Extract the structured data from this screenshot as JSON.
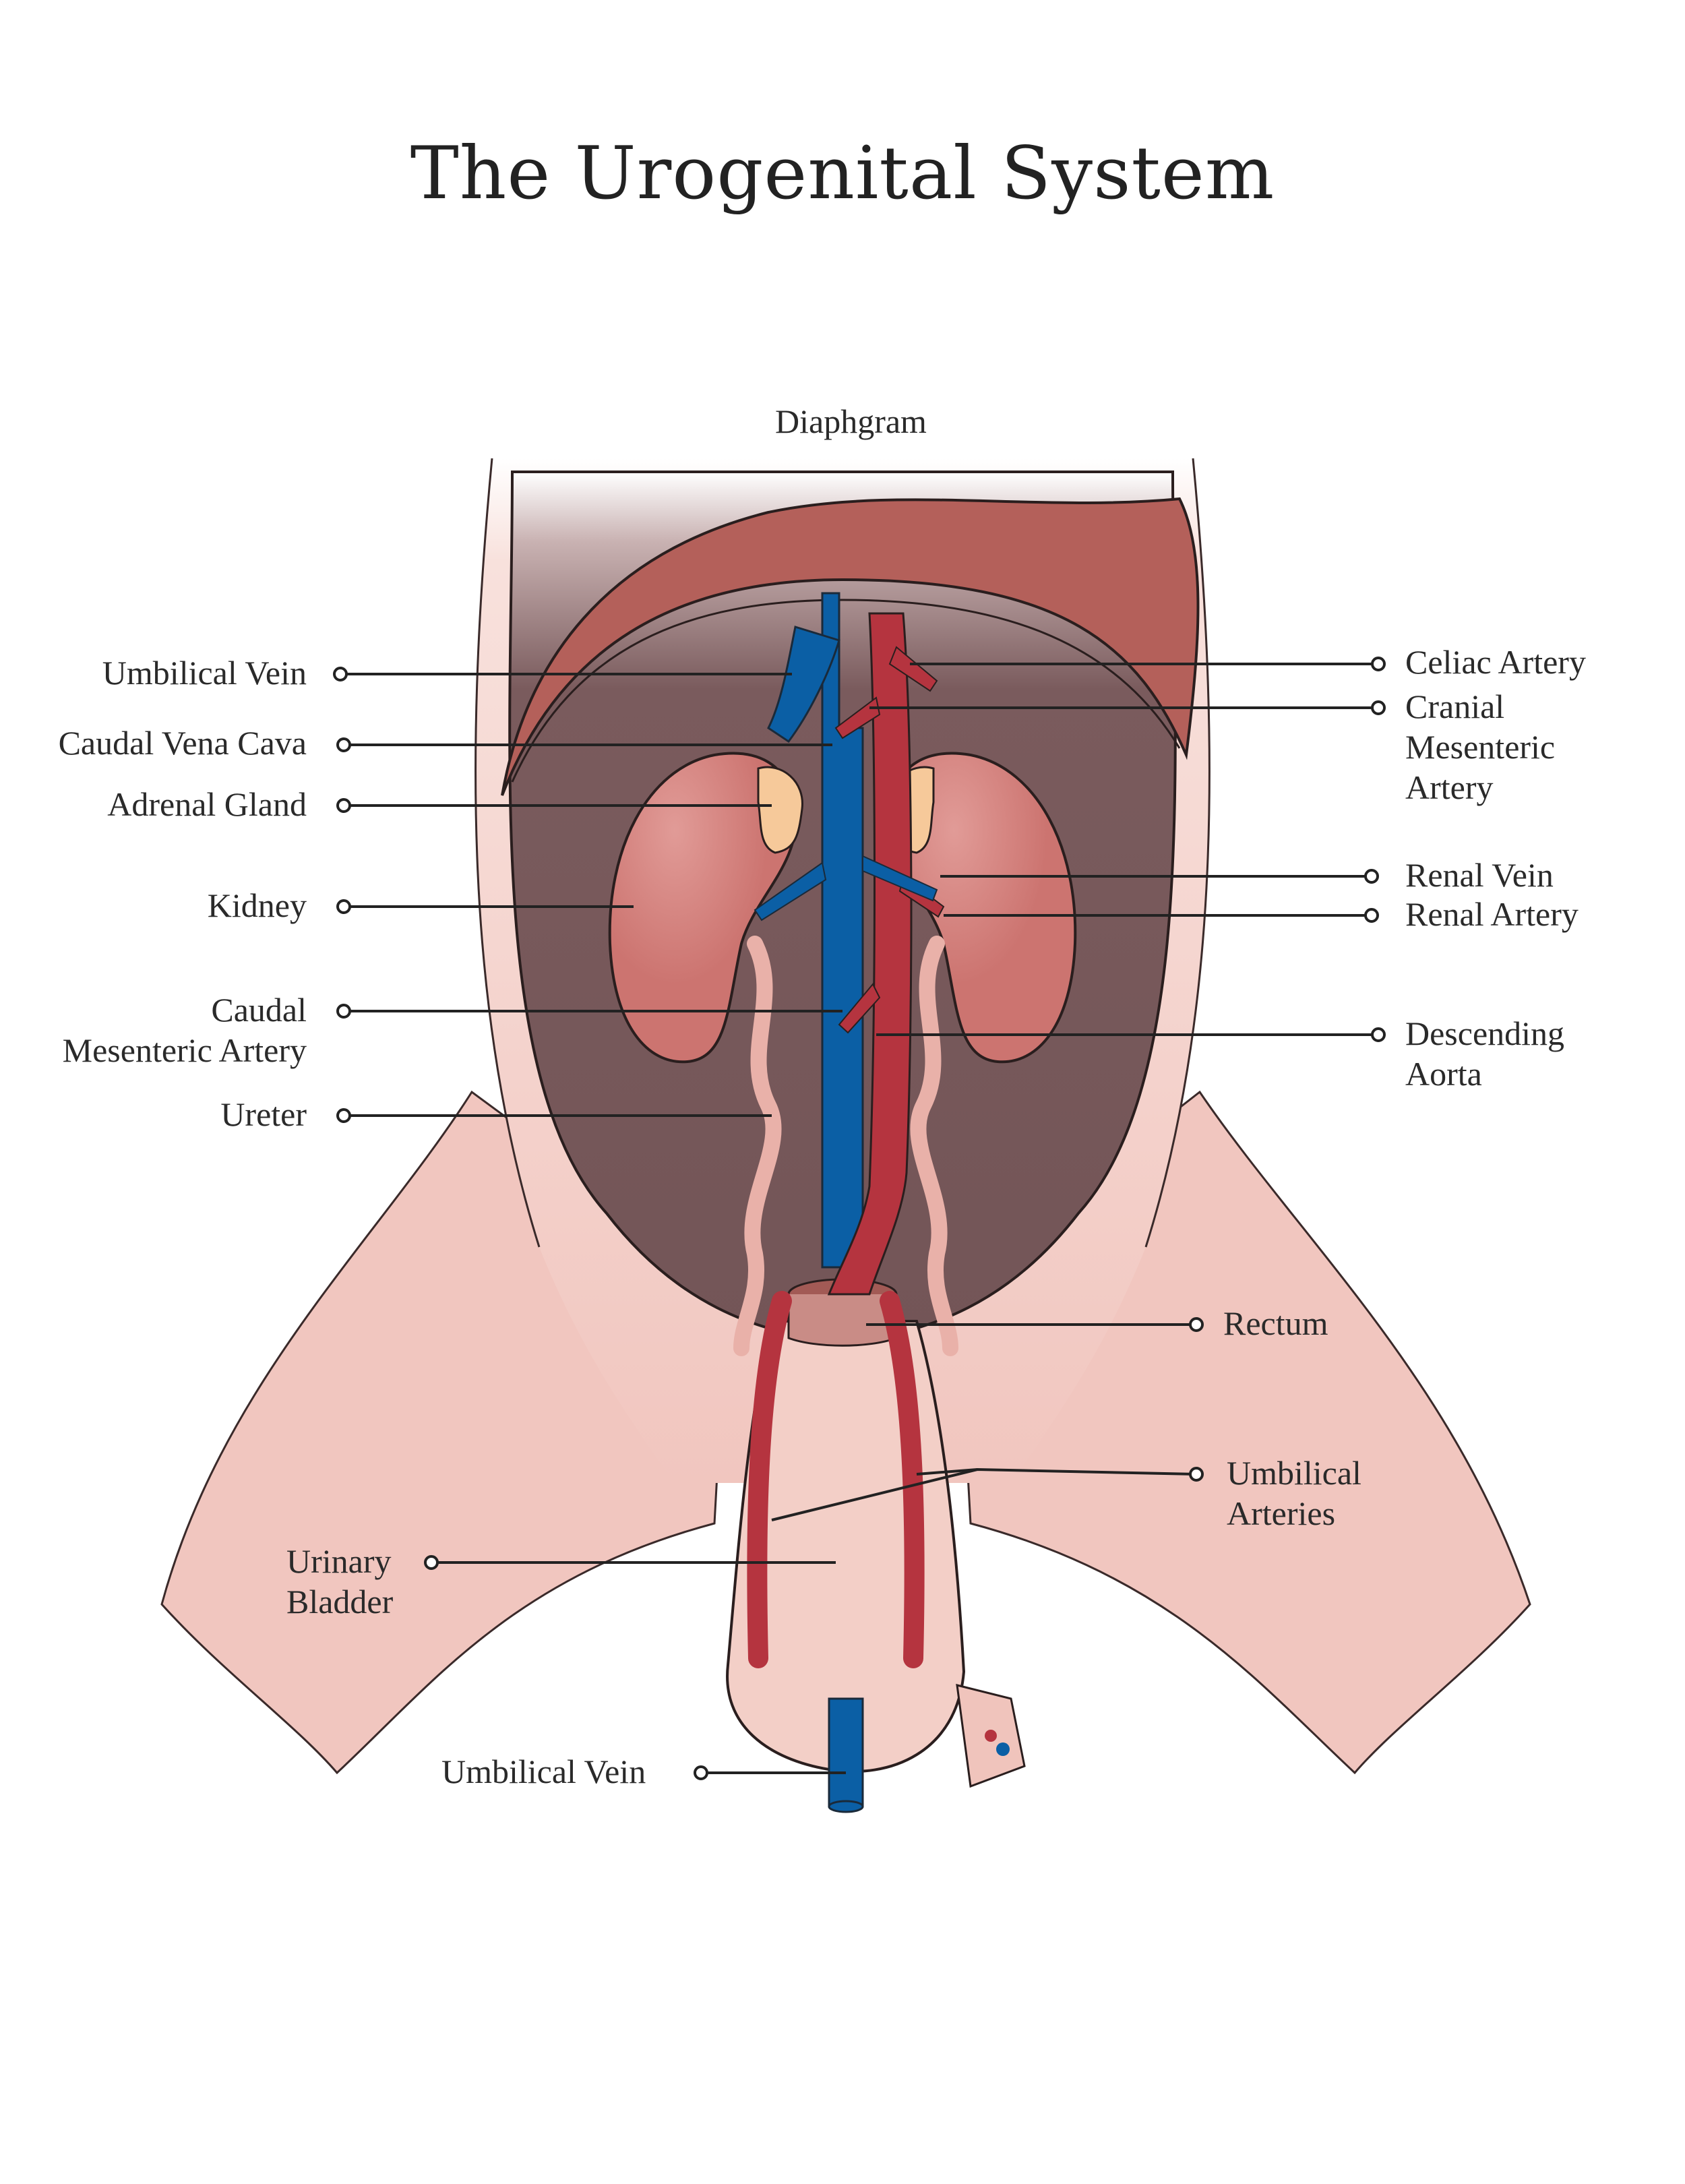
{
  "title": "The Urogenital System",
  "colors": {
    "vein": "#0b5fa5",
    "artery": "#b5343f",
    "kidney": "#cc7470",
    "cavity": "#735557",
    "skin": "#f2c9c1",
    "adrenal": "#f6c99a",
    "leader": "#222222"
  },
  "labels": {
    "diaphragm": "Diaphgram",
    "umbilical_vein_top": "Umbilical Vein",
    "caudal_vena_cava": "Caudal Vena Cava",
    "adrenal_gland": "Adrenal Gland",
    "kidney": "Kidney",
    "caudal_mesenteric_artery": "Caudal\nMesenteric Artery",
    "ureter": "Ureter",
    "urinary_bladder": "Urinary\nBladder",
    "umbilical_vein_bottom": "Umbilical Vein",
    "celiac_artery": "Celiac Artery",
    "cranial_mesenteric_artery": "Cranial\nMesenteric\nArtery",
    "renal_vein": "Renal Vein",
    "renal_artery": "Renal Artery",
    "descending_aorta": "Descending\nAorta",
    "rectum": "Rectum",
    "umbilical_arteries": "Umbilical\nArteries"
  }
}
